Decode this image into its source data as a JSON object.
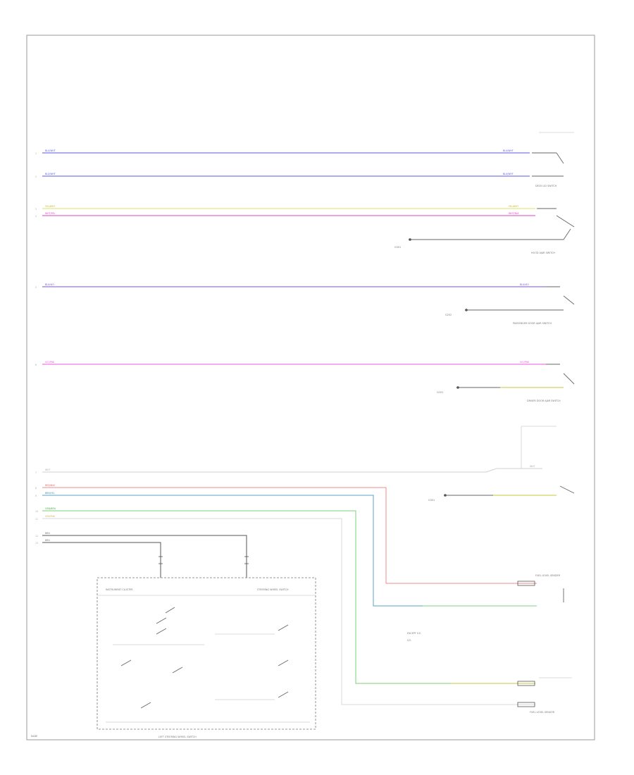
{
  "diagram": {
    "footer_code": "N4DE",
    "wire_labels": {
      "w1": "BLU/WHT",
      "w2": "BLU/WHT",
      "w3": "YEL/WHT",
      "w4": "WHT/YEL",
      "w5": "BLU/VIO",
      "w6": "VIO/PNK",
      "w7": "WHT",
      "w8": "RED/BLK",
      "w9": "BRN/YEL",
      "w10": "GRN/BRN",
      "w11": "GRY/PNK",
      "w12": "BRN",
      "w13": "BRN"
    },
    "right_labels": {
      "r1": "BLU/WHT",
      "r2": "BLU/WHT",
      "r3": "YEL/WHT",
      "r4": "WHT/BLK",
      "r5": "BLU/VIO",
      "r6": "VIO/PNK",
      "r7": "WHT"
    },
    "pin_numbers": [
      "1",
      "2",
      "3",
      "4",
      "5",
      "6",
      "7",
      "8",
      "9",
      "10",
      "11",
      "12",
      "13"
    ],
    "components": {
      "c1": "DECK LID SWITCH",
      "c2": "HOOD AJAR SWITCH",
      "c3": "PASSENGER DOOR AJAR SWITCH",
      "c4": "DRIVER DOOR AJAR SWITCH",
      "c5": "FUEL LEVEL SENDER",
      "c6": "FUEL LEVEL SENSOR",
      "c7": "LEFT STEERING WHEEL SWITCH",
      "c8": "STEERING WHEEL SWITCH",
      "c9": "INSTRUMENT CLUSTER"
    },
    "grounds": {
      "g1": "G301",
      "g2": "G202",
      "g3": "G201",
      "g4": "G301"
    },
    "legend": {
      "l1": "EXCEPT S.E.",
      "l2": "S.E."
    }
  }
}
